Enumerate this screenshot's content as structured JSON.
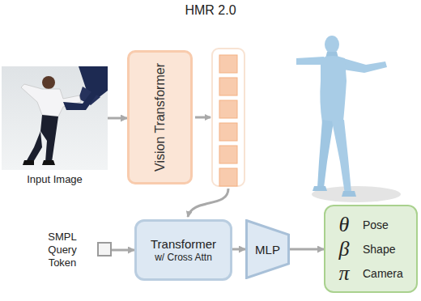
{
  "diagram": {
    "title": "HMR 2.0",
    "nodes": [
      {
        "text": [
          "Input Image"
        ]
      },
      {
        "text": [
          "Vision Transformer"
        ]
      },
      {
        "text": [
          "SMPL Query Token"
        ]
      },
      {
        "text": [
          "Transformer",
          "w/ Cross Attn"
        ]
      },
      {
        "text": [
          "MLP"
        ]
      },
      {
        "text": [
          "θ",
          "Pose",
          "β",
          "Shape",
          "π",
          "Camera"
        ]
      }
    ],
    "edges": [
      {
        "from": 0,
        "to": 1,
        "arrow": "to"
      },
      {
        "from": 2,
        "to": 3,
        "arrow": "to"
      },
      {
        "from": 3,
        "to": 4,
        "arrow": "to"
      },
      {
        "from": 4,
        "to": 5,
        "arrow": "to"
      }
    ]
  }
}
